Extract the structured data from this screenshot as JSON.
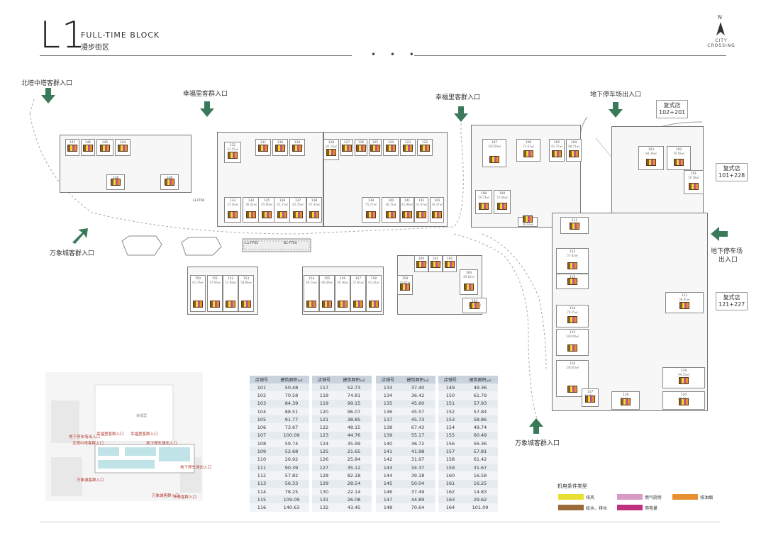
{
  "header": {
    "level": "L1",
    "title_en": "FULL-TIME BLOCK",
    "title_cn": "漫步街区",
    "dots": "• • •",
    "compass": "N",
    "brand_line1": "CITY",
    "brand_line2": "CROSSING"
  },
  "entrances": {
    "north_tower": "北塔中塔客群入口",
    "xingfuli_1": "幸福里客群入口",
    "xingfuli_2": "幸福里客群入口",
    "parking_exit": "地下停车场出入口",
    "parking_exit_right_1": "地下停车场",
    "parking_exit_right_2": "出入口",
    "mixc_left": "万象城客群入口",
    "mixc_bottom": "万象城客群入口"
  },
  "combined_stores": [
    {
      "label": "复式店",
      "value": "102+201"
    },
    {
      "label": "复式店",
      "value": "101+228"
    },
    {
      "label": "复式店",
      "value": "121+227"
    }
  ],
  "plan_labels": {
    "escalator_1": "L1-FT05",
    "escalator_2": "B1-FT04",
    "elevator": "L1-FT06"
  },
  "plan_shops": [
    {
      "no": "147",
      "area": "44.89㎡"
    },
    {
      "no": "146",
      "area": "37.49㎡"
    },
    {
      "no": "145",
      "area": "50.04㎡"
    },
    {
      "no": "144",
      "area": "39.18㎡"
    },
    {
      "no": "148",
      "area": "70.64㎡"
    },
    {
      "no": "149",
      "area": "49.36㎡"
    },
    {
      "no": "132",
      "area": "43.45㎡"
    },
    {
      "no": "131",
      "area": "26.08㎡"
    },
    {
      "no": "130",
      "area": "22.14㎡"
    },
    {
      "no": "129",
      "area": "28.54㎡"
    },
    {
      "no": "128",
      "area": "82.18㎡"
    },
    {
      "no": "127",
      "area": "35.12㎡"
    },
    {
      "no": "126",
      "area": "25.84㎡"
    },
    {
      "no": "125",
      "area": "21.65㎡"
    },
    {
      "no": "124",
      "area": "35.99㎡"
    },
    {
      "no": "123",
      "area": "44.76㎡"
    },
    {
      "no": "122",
      "area": "48.15㎡"
    },
    {
      "no": "133",
      "area": "37.40㎡"
    },
    {
      "no": "134",
      "area": "36.42㎡"
    },
    {
      "no": "135",
      "area": "45.60㎡"
    },
    {
      "no": "136",
      "area": "45.57㎡"
    },
    {
      "no": "137",
      "area": "45.73㎡"
    },
    {
      "no": "138",
      "area": "67.43㎡"
    },
    {
      "no": "139",
      "area": "55.17㎡"
    },
    {
      "no": "140",
      "area": "36.72㎡"
    },
    {
      "no": "141",
      "area": "41.98㎡"
    },
    {
      "no": "142",
      "area": "31.97㎡"
    },
    {
      "no": "143",
      "area": "34.37㎡"
    },
    {
      "no": "107",
      "area": "100.09㎡"
    },
    {
      "no": "106",
      "area": "73.67㎡"
    },
    {
      "no": "105",
      "area": "91.77㎡"
    },
    {
      "no": "104",
      "area": "88.51㎡"
    },
    {
      "no": "103",
      "area": "84.39㎡"
    },
    {
      "no": "102",
      "area": "70.58㎡"
    },
    {
      "no": "108",
      "area": "59.74㎡"
    },
    {
      "no": "109",
      "area": "52.68㎡"
    },
    {
      "no": "110",
      "area": "26.92㎡"
    },
    {
      "no": "111",
      "area": "90.39㎡"
    },
    {
      "no": "101",
      "area": "50.48㎡"
    },
    {
      "no": "150",
      "area": "61.79㎡"
    },
    {
      "no": "151",
      "area": "57.93㎡"
    },
    {
      "no": "152",
      "area": "57.84㎡"
    },
    {
      "no": "153",
      "area": "58.86㎡"
    },
    {
      "no": "154",
      "area": "49.74㎡"
    },
    {
      "no": "155",
      "area": "60.49㎡"
    },
    {
      "no": "156",
      "area": "56.36㎡"
    },
    {
      "no": "157",
      "area": "57.81㎡"
    },
    {
      "no": "158",
      "area": "61.42㎡"
    },
    {
      "no": "159",
      "area": "31.67㎡"
    },
    {
      "no": "160",
      "area": "16.58㎡"
    },
    {
      "no": "161",
      "area": "16.25㎡"
    },
    {
      "no": "162",
      "area": "14.83㎡"
    },
    {
      "no": "163",
      "area": "29.62㎡"
    },
    {
      "no": "164",
      "area": "101.09㎡"
    },
    {
      "no": "112",
      "area": "57.82㎡"
    },
    {
      "no": "113",
      "area": "56.33㎡"
    },
    {
      "no": "114",
      "area": "78.25㎡"
    },
    {
      "no": "115",
      "area": "109.09㎡"
    },
    {
      "no": "116",
      "area": "140.63㎡"
    },
    {
      "no": "117",
      "area": "52.73㎡"
    },
    {
      "no": "118",
      "area": "74.81㎡"
    },
    {
      "no": "119",
      "area": "99.15㎡"
    },
    {
      "no": "120",
      "area": "96.07㎡"
    },
    {
      "no": "121",
      "area": "38.85㎡"
    }
  ],
  "table": {
    "col_no": "店铺号",
    "col_area": "建筑面积",
    "col_unit": "(㎡)",
    "columns": [
      [
        [
          "101",
          "50.48"
        ],
        [
          "102",
          "70.58"
        ],
        [
          "103",
          "84.39"
        ],
        [
          "104",
          "88.51"
        ],
        [
          "105",
          "91.77"
        ],
        [
          "106",
          "73.67"
        ],
        [
          "107",
          "100.09"
        ],
        [
          "108",
          "59.74"
        ],
        [
          "109",
          "52.68"
        ],
        [
          "110",
          "26.92"
        ],
        [
          "111",
          "90.39"
        ],
        [
          "112",
          "57.82"
        ],
        [
          "113",
          "56.33"
        ],
        [
          "114",
          "78.25"
        ],
        [
          "115",
          "109.09"
        ],
        [
          "116",
          "140.63"
        ]
      ],
      [
        [
          "117",
          "52.73"
        ],
        [
          "118",
          "74.81"
        ],
        [
          "119",
          "99.15"
        ],
        [
          "120",
          "96.07"
        ],
        [
          "121",
          "38.85"
        ],
        [
          "122",
          "48.15"
        ],
        [
          "123",
          "44.76"
        ],
        [
          "124",
          "35.99"
        ],
        [
          "125",
          "21.65"
        ],
        [
          "126",
          "25.84"
        ],
        [
          "127",
          "35.12"
        ],
        [
          "128",
          "82.18"
        ],
        [
          "129",
          "28.54"
        ],
        [
          "130",
          "22.14"
        ],
        [
          "131",
          "26.08"
        ],
        [
          "132",
          "43.45"
        ]
      ],
      [
        [
          "133",
          "37.40"
        ],
        [
          "134",
          "36.42"
        ],
        [
          "135",
          "45.60"
        ],
        [
          "136",
          "45.57"
        ],
        [
          "137",
          "45.73"
        ],
        [
          "138",
          "67.43"
        ],
        [
          "139",
          "55.17"
        ],
        [
          "140",
          "36.72"
        ],
        [
          "141",
          "41.98"
        ],
        [
          "142",
          "31.97"
        ],
        [
          "143",
          "34.37"
        ],
        [
          "144",
          "39.18"
        ],
        [
          "145",
          "50.04"
        ],
        [
          "146",
          "37.49"
        ],
        [
          "147",
          "44.89"
        ],
        [
          "148",
          "70.64"
        ]
      ],
      [
        [
          "149",
          "49.36"
        ],
        [
          "150",
          "61.79"
        ],
        [
          "151",
          "57.93"
        ],
        [
          "152",
          "57.84"
        ],
        [
          "153",
          "58.86"
        ],
        [
          "154",
          "49.74"
        ],
        [
          "155",
          "60.49"
        ],
        [
          "156",
          "56.36"
        ],
        [
          "157",
          "57.81"
        ],
        [
          "158",
          "61.42"
        ],
        [
          "159",
          "31.67"
        ],
        [
          "160",
          "16.58"
        ],
        [
          "161",
          "16.25"
        ],
        [
          "162",
          "14.83"
        ],
        [
          "163",
          "29.62"
        ],
        [
          "164",
          "101.09"
        ]
      ]
    ]
  },
  "legend": {
    "title": "机电条件类型",
    "items": [
      {
        "label": "排风",
        "color": "#e8e030"
      },
      {
        "label": "燃气厨房",
        "color": "#d79ac4"
      },
      {
        "label": "排油烟",
        "color": "#e89030"
      },
      {
        "label": "给水、排水",
        "color": "#9a6a3a"
      },
      {
        "label": "用电量",
        "color": "#c03080"
      }
    ]
  },
  "minimap": {
    "labels": [
      "地下停车场出入口",
      "幸福里客群入口",
      "幸福里客群入口",
      "地下停车场出入口",
      "北塔中塔客群入口",
      "地下停车场出入口",
      "万象城客群入口",
      "万象城客群入口",
      "东塔客群入口"
    ],
    "gray_labels": [
      "幸福里"
    ]
  },
  "colors": {
    "arrow": "#3a7a5a",
    "table_header": "#c9d3de"
  }
}
